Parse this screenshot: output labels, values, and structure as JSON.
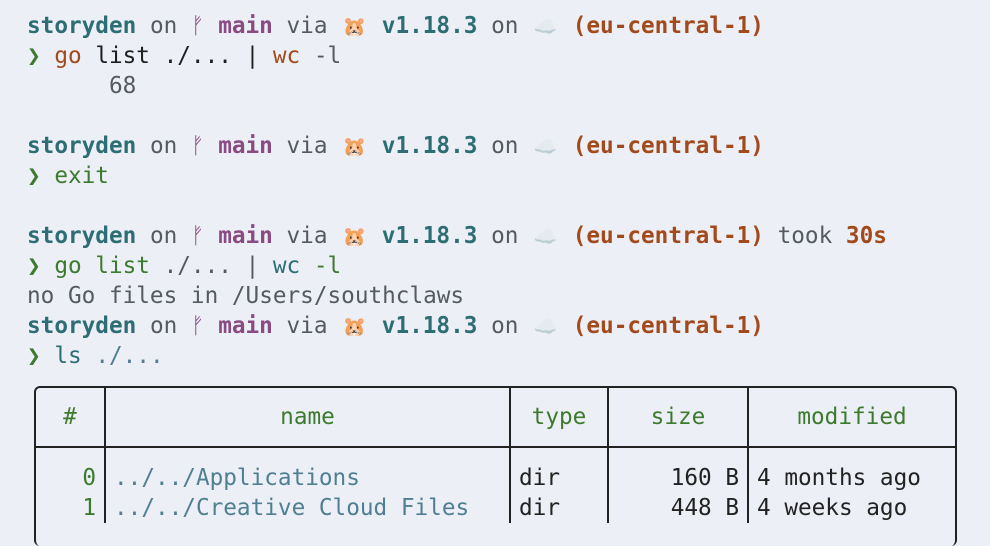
{
  "colors": {
    "teal": "#2c6e74",
    "gray": "#555a60",
    "magenta": "#8a4a82",
    "orange": "#a24a1c",
    "green": "#3c7a2e",
    "path": "#4f7f90",
    "background": "#eceff6"
  },
  "lines": [
    [
      {
        "t": "storyden",
        "c": "teal",
        "b": 1
      },
      {
        "t": " on ",
        "c": "gray"
      },
      {
        "t": "ᚠ",
        "c": "mag",
        "icon": "git-branch-icon"
      },
      {
        "t": " main",
        "c": "mag",
        "b": 1
      },
      {
        "t": " via ",
        "c": "gray"
      },
      {
        "t": "🐹",
        "icon": "hamster-icon"
      },
      {
        "t": " v1.18.3",
        "c": "teal",
        "b": 1
      },
      {
        "t": " on ",
        "c": "gray"
      },
      {
        "t": "☁️",
        "icon": "cloud-icon"
      },
      {
        "t": " (eu-central-1)",
        "c": "orange",
        "b": 1
      }
    ],
    [
      {
        "t": "❯ ",
        "c": "green",
        "b": 1
      },
      {
        "t": "go",
        "c": "orange"
      },
      {
        "t": " list ./... | ",
        "c": "dark"
      },
      {
        "t": "wc",
        "c": "orange"
      },
      {
        "t": " -l",
        "c": "gray"
      }
    ],
    [
      {
        "t": "      68",
        "c": "gray"
      }
    ],
    [],
    [
      {
        "t": "storyden",
        "c": "teal",
        "b": 1
      },
      {
        "t": " on ",
        "c": "gray"
      },
      {
        "t": "ᚠ",
        "c": "mag",
        "icon": "git-branch-icon"
      },
      {
        "t": " main",
        "c": "mag",
        "b": 1
      },
      {
        "t": " via ",
        "c": "gray"
      },
      {
        "t": "🐹",
        "icon": "hamster-icon"
      },
      {
        "t": " v1.18.3",
        "c": "teal",
        "b": 1
      },
      {
        "t": " on ",
        "c": "gray"
      },
      {
        "t": "☁️",
        "icon": "cloud-icon"
      },
      {
        "t": " (eu-central-1)",
        "c": "orange",
        "b": 1
      }
    ],
    [
      {
        "t": "❯ ",
        "c": "green",
        "b": 1
      },
      {
        "t": "exit",
        "c": "green"
      }
    ],
    [],
    [
      {
        "t": "storyden",
        "c": "teal",
        "b": 1
      },
      {
        "t": " on ",
        "c": "gray"
      },
      {
        "t": "ᚠ",
        "c": "mag",
        "icon": "git-branch-icon"
      },
      {
        "t": " main",
        "c": "mag",
        "b": 1
      },
      {
        "t": " via ",
        "c": "gray"
      },
      {
        "t": "🐹",
        "icon": "hamster-icon"
      },
      {
        "t": " v1.18.3",
        "c": "teal",
        "b": 1
      },
      {
        "t": " on ",
        "c": "gray"
      },
      {
        "t": "☁️",
        "icon": "cloud-icon"
      },
      {
        "t": " (eu-central-1)",
        "c": "orange",
        "b": 1
      },
      {
        "t": " took ",
        "c": "gray"
      },
      {
        "t": "30s",
        "c": "orange",
        "b": 1
      }
    ],
    [
      {
        "t": "❯ ",
        "c": "green",
        "b": 1
      },
      {
        "t": "go list",
        "c": "green"
      },
      {
        "t": " ./... | ",
        "c": "gray"
      },
      {
        "t": "wc",
        "c": "teal"
      },
      {
        "t": " -l",
        "c": "green"
      }
    ],
    [
      {
        "t": "no Go files in /Users/southclaws",
        "c": "gray"
      }
    ],
    [
      {
        "t": "storyden",
        "c": "teal",
        "b": 1
      },
      {
        "t": " on ",
        "c": "gray"
      },
      {
        "t": "ᚠ",
        "c": "mag",
        "icon": "git-branch-icon"
      },
      {
        "t": " main",
        "c": "mag",
        "b": 1
      },
      {
        "t": " via ",
        "c": "gray"
      },
      {
        "t": "🐹",
        "icon": "hamster-icon"
      },
      {
        "t": " v1.18.3",
        "c": "teal",
        "b": 1
      },
      {
        "t": " on ",
        "c": "gray"
      },
      {
        "t": "☁️",
        "icon": "cloud-icon"
      },
      {
        "t": " (eu-central-1)",
        "c": "orange",
        "b": 1
      }
    ],
    [
      {
        "t": "❯ ",
        "c": "green",
        "b": 1
      },
      {
        "t": "ls",
        "c": "teal"
      },
      {
        "t": " ./...",
        "c": "path"
      }
    ]
  ],
  "table": {
    "headers": [
      "#",
      "name",
      "type",
      "size",
      "modified"
    ],
    "rows": [
      [
        "0",
        "../../Applications",
        "dir",
        "160 B",
        "4 months ago"
      ],
      [
        "1",
        "../../Creative Cloud Files",
        "dir",
        "448 B",
        "4 weeks ago"
      ]
    ]
  }
}
